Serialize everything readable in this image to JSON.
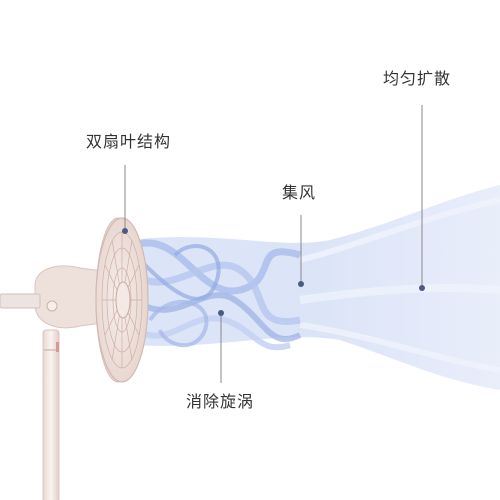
{
  "callouts": {
    "even_spread": "均匀扩散",
    "dual_blade": "双扇叶结构",
    "concentrated_wind": "集风",
    "eliminate_vortex": "消除旋涡"
  },
  "colors": {
    "fan_body": "#f1e4df",
    "fan_edge": "#d9c2bb",
    "grille": "#c9aaa2",
    "airflow": "#9fb3e6",
    "airflow_light": "#dbe4f8",
    "leader_line": "#888888",
    "text": "#333333"
  }
}
